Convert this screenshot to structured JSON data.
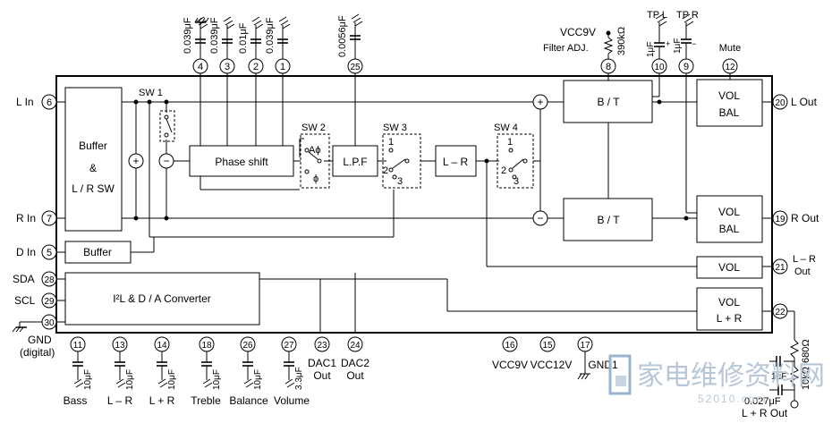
{
  "caps_top": [
    "0.039μF",
    "0.039μF",
    "0.01μF",
    "0.039μF"
  ],
  "cap_lpf": "0.0056μF",
  "vcc_filter": {
    "vcc": "VCC9V",
    "label": "Filter ADJ.",
    "resistor": "390kΩ"
  },
  "tp": {
    "tp_l": "TP L",
    "tp_r": "TP R",
    "cap": "1μF"
  },
  "mute_label": "Mute",
  "pins": {
    "p1": "1",
    "p2": "2",
    "p3": "3",
    "p4": "4",
    "p5": "5",
    "p6": "6",
    "p7": "7",
    "p8": "8",
    "p9": "9",
    "p10": "10",
    "p11": "11",
    "p12": "12",
    "p13": "13",
    "p14": "14",
    "p15": "15",
    "p16": "16",
    "p17": "17",
    "p18": "18",
    "p19": "19",
    "p20": "20",
    "p21": "21",
    "p22": "22",
    "p23": "23",
    "p24": "24",
    "p25": "25",
    "p26": "26",
    "p27": "27",
    "p28": "28",
    "p29": "29",
    "p30": "30"
  },
  "left_labels": {
    "l_in": "L In",
    "r_in": "R In",
    "d_in": "D In",
    "sda": "SDA",
    "scl": "SCL",
    "gnd": "GND",
    "gnd_sub": "(digital)"
  },
  "right_labels": {
    "l_out": "L Out",
    "r_out": "R Out",
    "lr_out_1": "L – R",
    "lr_out_2": "Out",
    "lpr_out": "L + R Out"
  },
  "blocks": {
    "buffer_1": "Buffer",
    "buffer_2": "&",
    "buffer_3": "L / R SW",
    "buffer_small": "Buffer",
    "phase_shift": "Phase shift",
    "lpf": "L.P.F",
    "lr": "L – R",
    "bt": "B / T",
    "vol": "VOL",
    "bal": "BAL",
    "lpr": "L + R",
    "converter": "I²L & D / A Converter"
  },
  "switches": {
    "sw1": "SW 1",
    "sw2": "SW 2",
    "sw3": "SW 3",
    "sw4": "SW 4",
    "aphi": "Aϕ",
    "phi": "ϕ",
    "one": "1",
    "two": "2",
    "three": "3"
  },
  "signs": {
    "plus": "+",
    "minus": "−"
  },
  "bottom_labels": {
    "bass": "Bass",
    "lr": "L – R",
    "lpr": "L + R",
    "treble": "Treble",
    "balance": "Balance",
    "volume": "Volume",
    "dac1_1": "DAC1",
    "dac1_2": "Out",
    "dac2_1": "DAC2",
    "dac2_2": "Out",
    "vcc9": "VCC9V",
    "vcc12": "VCC12V",
    "gnd1": "GND1"
  },
  "bottom_caps": {
    "c10": "10μF",
    "c33": "3.3μF"
  },
  "output_parts": {
    "r680": "680Ω",
    "r10k": "10kΩ",
    "c1u": "1μF",
    "c027": "0.027μF"
  },
  "watermark": {
    "cn": "家电维修资料网",
    "url": "52010.com"
  }
}
